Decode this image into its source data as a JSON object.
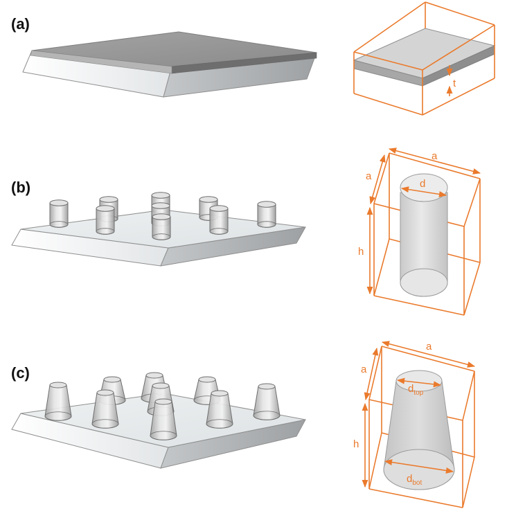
{
  "panels": [
    {
      "id": "a",
      "label": "(a)",
      "thickness_label": "t"
    },
    {
      "id": "b",
      "label": "(b)",
      "period_label": "a",
      "diameter_label": "d",
      "height_label": "h"
    },
    {
      "id": "c",
      "label": "(c)",
      "period_label": "a",
      "top_diameter_label": "d",
      "top_diameter_sub": "top",
      "bottom_diameter_label": "d",
      "bottom_diameter_sub": "bot",
      "height_label": "h"
    }
  ],
  "colors": {
    "unit_cell_outline": "#ea7a2c",
    "slab_top_dark": "#9a9a9a",
    "slab_side_light": "#eef0f1",
    "label_text": "#111111"
  }
}
